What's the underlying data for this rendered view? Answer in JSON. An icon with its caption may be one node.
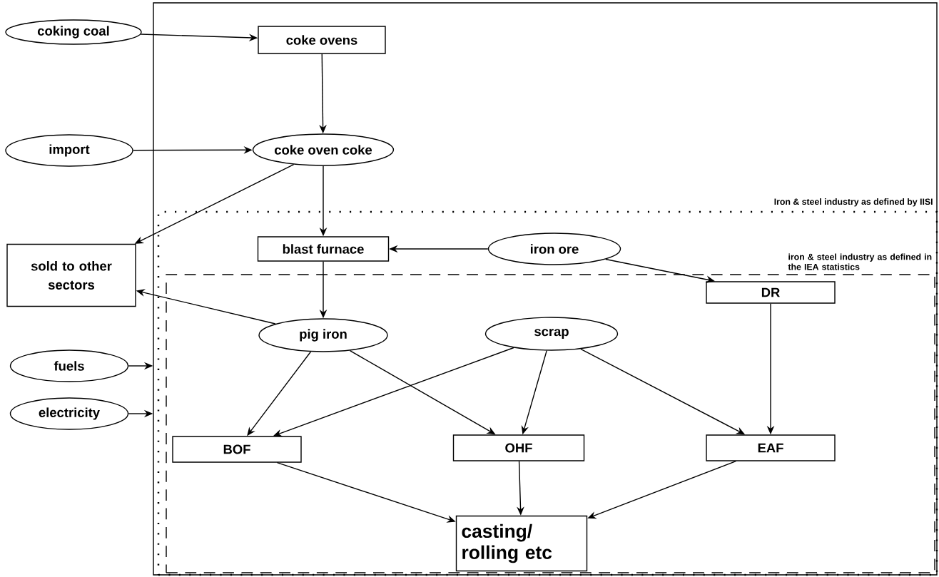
{
  "diagram": {
    "nodes": [
      {
        "text": [],
        "shape": "box"
      },
      {
        "text": [
          "Iron & steel industry as defined by IISI"
        ],
        "in": 0
      },
      {
        "text": [
          "iron & steel industry as defined in the IEA statistics"
        ],
        "in": 1
      },
      {
        "text": [
          "coking coal"
        ]
      },
      {
        "text": [
          "coke ovens"
        ],
        "in": 0
      },
      {
        "text": [
          "import"
        ]
      },
      {
        "text": [
          "coke oven coke"
        ],
        "in": 0
      },
      {
        "text": [
          "sold to other sectors"
        ]
      },
      {
        "text": [
          "blast furnace"
        ],
        "in": 1
      },
      {
        "text": [
          "iron ore"
        ],
        "in": 1
      },
      {
        "text": [
          "DR"
        ],
        "in": 2
      },
      {
        "text": [
          "fuels"
        ]
      },
      {
        "text": [
          "electricity"
        ]
      },
      {
        "text": [
          "pig iron"
        ],
        "in": 2
      },
      {
        "text": [
          "scrap"
        ],
        "in": 2
      },
      {
        "text": [
          "BOF"
        ],
        "in": 2
      },
      {
        "text": [
          "OHF"
        ],
        "in": 2
      },
      {
        "text": [
          "EAF"
        ],
        "in": 2
      },
      {
        "text": [
          "casting/ rolling etc"
        ],
        "in": 2
      }
    ],
    "edges": [
      {
        "from": 3,
        "to": 4,
        "arrow": "to"
      },
      {
        "from": 4,
        "to": 6,
        "arrow": "to"
      },
      {
        "from": 5,
        "to": 6,
        "arrow": "to"
      },
      {
        "from": 6,
        "to": 7,
        "arrow": "to"
      },
      {
        "from": 6,
        "to": 8,
        "arrow": "to"
      },
      {
        "from": 9,
        "to": 8,
        "arrow": "to"
      },
      {
        "from": 9,
        "to": 10,
        "arrow": "to"
      },
      {
        "from": 8,
        "to": 13,
        "arrow": "to"
      },
      {
        "from": 13,
        "to": 7,
        "arrow": "to"
      },
      {
        "from": 11,
        "to": 0,
        "arrow": "to"
      },
      {
        "from": 12,
        "to": 0,
        "arrow": "to"
      },
      {
        "from": 13,
        "to": 15,
        "arrow": "to"
      },
      {
        "from": 13,
        "to": 16,
        "arrow": "to"
      },
      {
        "from": 14,
        "to": 15,
        "arrow": "to"
      },
      {
        "from": 14,
        "to": 16,
        "arrow": "to"
      },
      {
        "from": 14,
        "to": 17,
        "arrow": "to"
      },
      {
        "from": 10,
        "to": 17,
        "arrow": "to"
      },
      {
        "from": 15,
        "to": 18,
        "arrow": "to"
      },
      {
        "from": 16,
        "to": 18,
        "arrow": "to"
      },
      {
        "from": 17,
        "to": 18,
        "arrow": "to"
      }
    ]
  }
}
